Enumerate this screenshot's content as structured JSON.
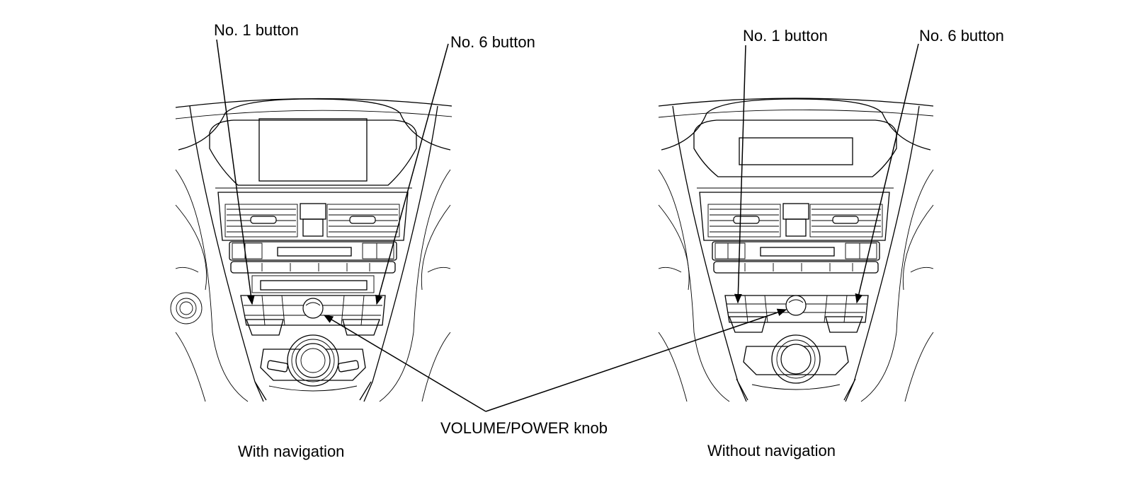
{
  "labels": {
    "left_no1": "No. 1 button",
    "left_no6": "No. 6 button",
    "right_no1": "No. 1 button",
    "right_no6": "No. 6 button",
    "knob": "VOLUME/POWER knob",
    "caption_with_nav": "With navigation",
    "caption_without_nav": "Without navigation"
  }
}
